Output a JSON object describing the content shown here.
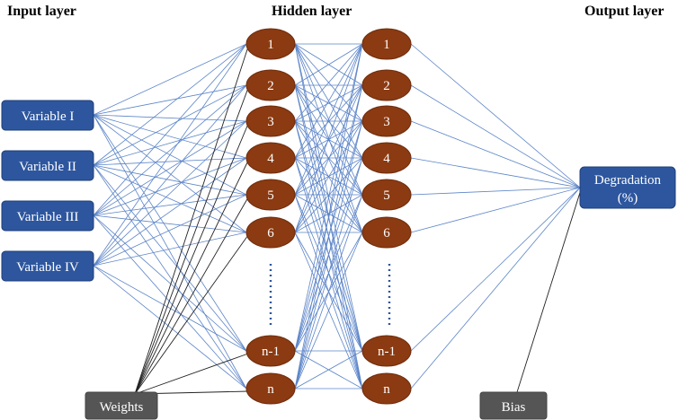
{
  "titles": {
    "input": "Input layer",
    "hidden": "Hidden layer",
    "output": "Output layer"
  },
  "inputs": [
    "Variable I",
    "Variable II",
    "Variable III",
    "Variable IV"
  ],
  "hidden_layers": [
    [
      "1",
      "2",
      "3",
      "4",
      "5",
      "6",
      "n-1",
      "n"
    ],
    [
      "1",
      "2",
      "3",
      "4",
      "5",
      "6",
      "n-1",
      "n"
    ]
  ],
  "output": {
    "line1": "Degradation",
    "line2": "(%)"
  },
  "weights_label": "Weights",
  "bias_label": "Bias",
  "colors": {
    "input_box": "#2d569e",
    "node": "#8b3a11",
    "edge": "#5b84c8",
    "weights_bias_box": "#555555"
  }
}
